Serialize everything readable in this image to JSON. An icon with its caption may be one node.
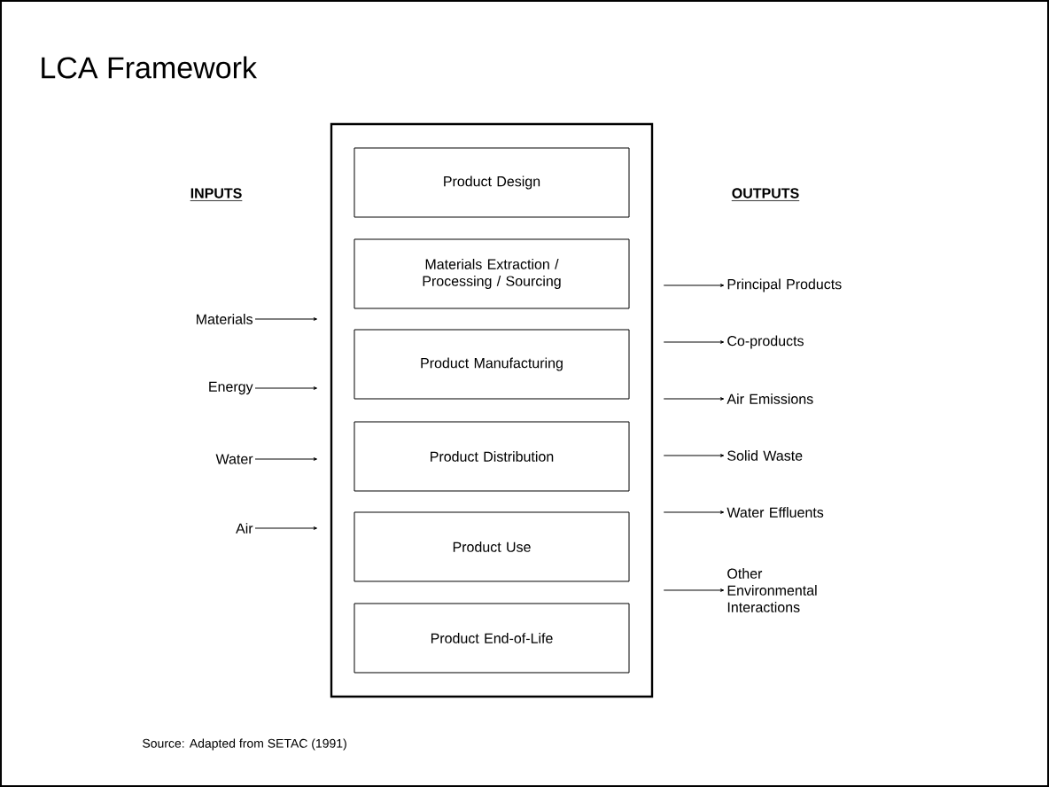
{
  "diagram": {
    "title": "LCA Framework",
    "nodes": [
      {
        "text": [],
        "shape": "box"
      },
      {
        "text": [
          "Product Design"
        ],
        "in": 0
      },
      {
        "text": [
          "Materials Extraction / Processing / Sourcing"
        ],
        "in": 0
      },
      {
        "text": [
          "Product Manufacturing"
        ],
        "in": 0
      },
      {
        "text": [
          "Product Distribution"
        ],
        "in": 0
      },
      {
        "text": [
          "Product Use"
        ],
        "in": 0
      },
      {
        "text": [
          "Product End-of-Life"
        ],
        "in": 0
      },
      {
        "text": [
          "Materials"
        ]
      },
      {
        "text": [
          "Energy"
        ]
      },
      {
        "text": [
          "Water"
        ]
      },
      {
        "text": [
          "Air"
        ]
      },
      {
        "text": [
          "Principal Products"
        ]
      },
      {
        "text": [
          "Co-products"
        ]
      },
      {
        "text": [
          "Air Emissions"
        ]
      },
      {
        "text": [
          "Solid Waste"
        ]
      },
      {
        "text": [
          "Water Effluents"
        ]
      },
      {
        "text": [
          "Other Environmental Interactions"
        ]
      }
    ],
    "edges": [
      {
        "from": 7,
        "to": 0,
        "arrow": "to"
      },
      {
        "from": 8,
        "to": 0,
        "arrow": "to"
      },
      {
        "from": 9,
        "to": 0,
        "arrow": "to"
      },
      {
        "from": 10,
        "to": 0,
        "arrow": "to"
      },
      {
        "from": 0,
        "to": 11,
        "arrow": "to"
      },
      {
        "from": 0,
        "to": 12,
        "arrow": "to"
      },
      {
        "from": 0,
        "to": 13,
        "arrow": "to"
      },
      {
        "from": 0,
        "to": 14,
        "arrow": "to"
      },
      {
        "from": 0,
        "to": 15,
        "arrow": "to"
      },
      {
        "from": 0,
        "to": 16,
        "arrow": "to"
      }
    ],
    "labels": [
      "INPUTS",
      "OUTPUTS",
      "Source: Adapted from SETAC (1991)"
    ]
  }
}
